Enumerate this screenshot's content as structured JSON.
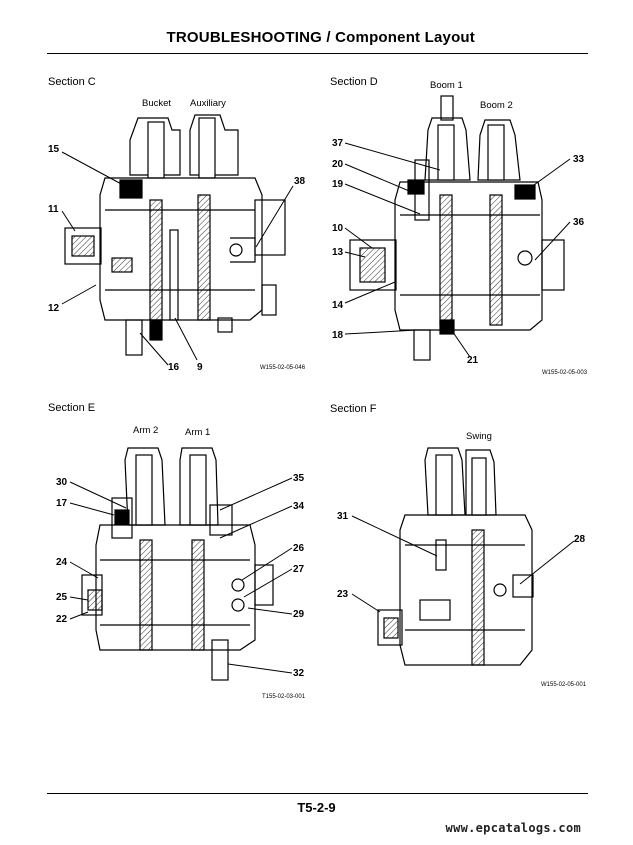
{
  "header": {
    "title": "TROUBLESHOOTING / Component Layout"
  },
  "sections": {
    "c": {
      "title": "Section C",
      "labels": [
        "Bucket",
        "Auxiliary"
      ],
      "callouts": [
        "15",
        "11",
        "12",
        "38",
        "16",
        "9"
      ],
      "figure_code": "W155-02-05-046"
    },
    "d": {
      "title": "Section D",
      "labels": [
        "Boom 1",
        "Boom 2"
      ],
      "callouts": [
        "37",
        "20",
        "19",
        "10",
        "13",
        "14",
        "18",
        "21",
        "33",
        "36"
      ],
      "figure_code": "W155-02-05-003"
    },
    "e": {
      "title": "Section E",
      "labels": [
        "Arm 2",
        "Arm 1"
      ],
      "callouts": [
        "30",
        "17",
        "24",
        "25",
        "22",
        "35",
        "34",
        "26",
        "27",
        "29",
        "32"
      ],
      "figure_code": "T155-02-03-001"
    },
    "f": {
      "title": "Section F",
      "labels": [
        "Swing"
      ],
      "callouts": [
        "31",
        "23",
        "28"
      ],
      "figure_code": "W155-02-05-001"
    }
  },
  "footer": {
    "page_number": "T5-2-9",
    "watermark": "www.epcatalogs.com"
  }
}
